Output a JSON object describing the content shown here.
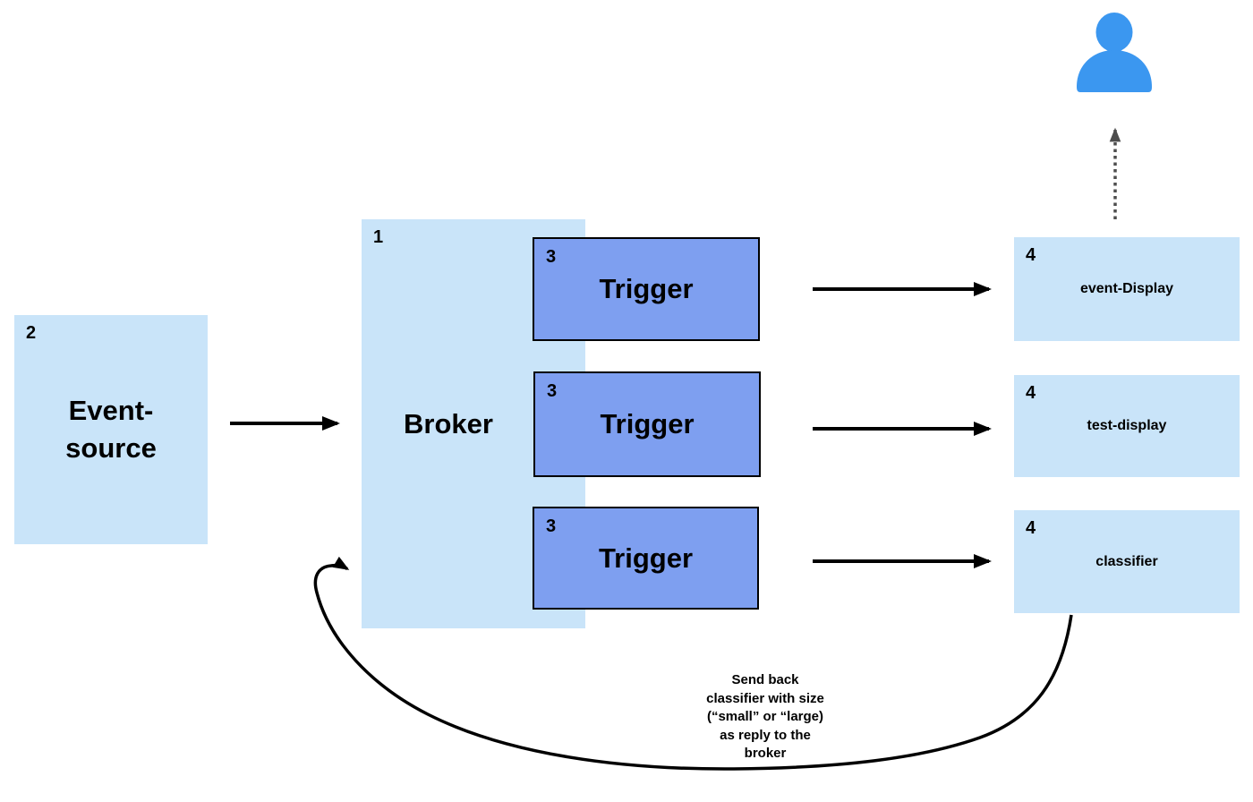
{
  "colors": {
    "light_box": "#C9E4F9",
    "trigger_box": "#7E9FF0",
    "trigger_border": "#000000",
    "person_blue": "#3B97F0",
    "arrow_black": "#000000",
    "arrow_gray": "#4D4D4D",
    "text": "#000000",
    "canvas_bg": "#FFFFFF"
  },
  "nodes": {
    "event_source": {
      "badge": "2",
      "label": "Event-\nsource"
    },
    "broker": {
      "badge": "1",
      "label": "Broker"
    },
    "triggers": [
      {
        "badge": "3",
        "label": "Trigger"
      },
      {
        "badge": "3",
        "label": "Trigger"
      },
      {
        "badge": "3",
        "label": "Trigger"
      }
    ],
    "sinks": [
      {
        "badge": "4",
        "label": "event-Display"
      },
      {
        "badge": "4",
        "label": "test-display"
      },
      {
        "badge": "4",
        "label": "classifier"
      }
    ]
  },
  "annotation": {
    "text": "Send back\nclassifier with size\n(“small” or “large)\nas reply to the\nbroker"
  },
  "icons": {
    "person": "person-icon",
    "dotted_arrow": "arrow-up-dotted-icon",
    "flow_arrows": "arrow-right-icon",
    "reply_arrow": "curved-reply-arrow-icon"
  }
}
